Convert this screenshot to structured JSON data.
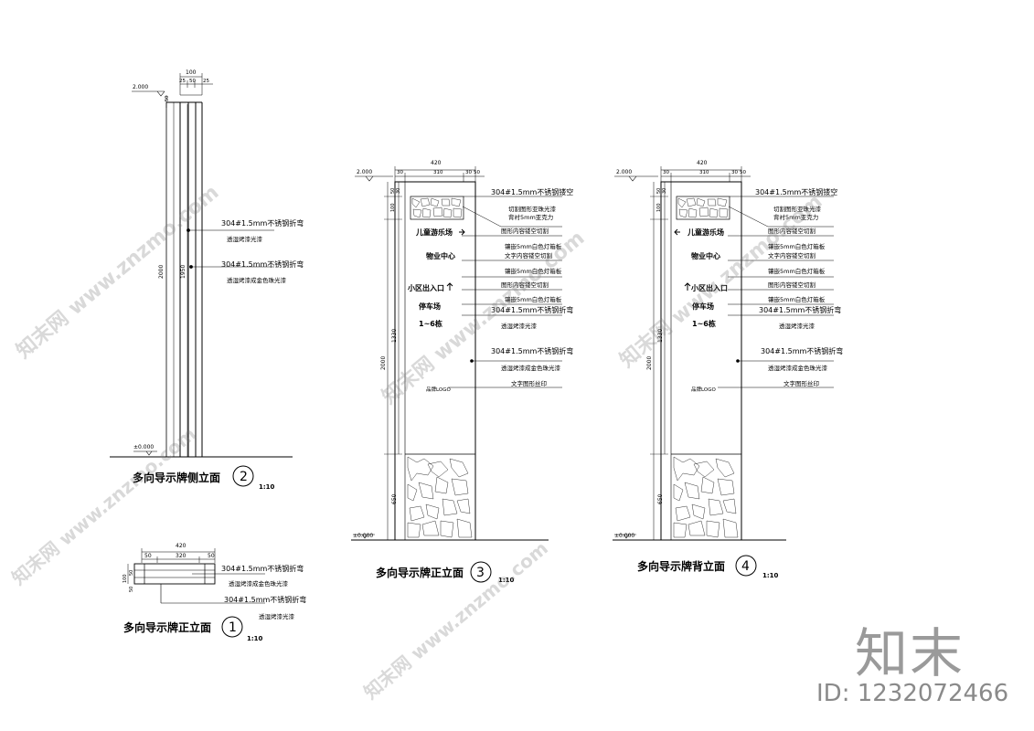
{
  "colors": {
    "line": "#000000",
    "watermark": "#8c8c8c"
  },
  "view1": {
    "title": "多向导示牌正立面",
    "num": "1",
    "scale": "1:10",
    "dims_top": [
      "420",
      "50",
      "320",
      "50"
    ],
    "dims_left": [
      "100",
      "50",
      "50"
    ],
    "notes": [
      "304#1.5mm不锈钢折弯",
      "透湿烤漆成金色珠光漆",
      "304#1.5mm不锈钢折弯",
      "透湿烤漆光漆"
    ]
  },
  "view2": {
    "title": "多向导示牌侧立面",
    "num": "2",
    "scale": "1:10",
    "level_top": "2.000",
    "level_bottom": "±0.000",
    "dims_top": [
      "100",
      "25",
      "50",
      "25"
    ],
    "dim_side_small": "50",
    "dims_side": [
      "2000",
      "1950"
    ],
    "notes": [
      "304#1.5mm不锈钢折弯",
      "透湿烤漆光漆",
      "304#1.5mm不锈钢折弯",
      "透湿烤漆成金色珠光漆"
    ]
  },
  "view3": {
    "title": "多向导示牌正立面",
    "num": "3",
    "scale": "1:10",
    "level_top": "2.000",
    "level_bottom": "±0.000",
    "dims_top": [
      "420",
      "30",
      "310",
      "30",
      "50"
    ],
    "dims_left": [
      "100",
      "50",
      "30",
      "1330",
      "2000",
      "650"
    ],
    "sign_items": [
      "儿童游乐场",
      "物业中心",
      "小区出入口",
      "停车场",
      "1~6栋",
      "品牌LOGO"
    ],
    "notes": [
      "304#1.5mm不锈钢镂空",
      "切割图形亚珠光漆",
      "背衬5mm亚克力",
      "图形内容镂空切割",
      "镶嵌5mm白色灯箱板",
      "文字内容镂空切割",
      "镶嵌5mm白色灯箱板",
      "图形内容镂空切割",
      "镶嵌5mm白色灯箱板",
      "304#1.5mm不锈钢折弯",
      "透湿烤漆光漆",
      "304#1.5mm不锈钢折弯",
      "透湿烤漆成金色珠光漆",
      "文字图形丝印"
    ]
  },
  "view4": {
    "title": "多向导示牌背立面",
    "num": "4",
    "scale": "1:10",
    "level_top": "2.000",
    "level_bottom": "±0.000",
    "dims_top": [
      "420",
      "30",
      "310",
      "30",
      "50"
    ],
    "dims_left": [
      "100",
      "50",
      "30",
      "1330",
      "2000",
      "650"
    ],
    "sign_items": [
      "儿童游乐场",
      "物业中心",
      "小区出入口",
      "停车场",
      "1~6栋",
      "品牌LOGO"
    ],
    "notes": [
      "304#1.5mm不锈钢镂空",
      "切割图形亚珠光漆",
      "背衬5mm亚克力",
      "图形内容镂空切割",
      "镶嵌5mm白色灯箱板",
      "文字内容镂空切割",
      "镶嵌5mm白色灯箱板",
      "图形内容镂空切割",
      "镶嵌5mm白色灯箱板",
      "304#1.5mm不锈钢折弯",
      "透湿烤漆光漆",
      "304#1.5mm不锈钢折弯",
      "透湿烤漆成金色珠光漆",
      "文字图形丝印"
    ]
  },
  "watermark": {
    "text": "知末网 www.znzmo.com",
    "logo": "知末",
    "id_label": "ID: 1232072466"
  }
}
